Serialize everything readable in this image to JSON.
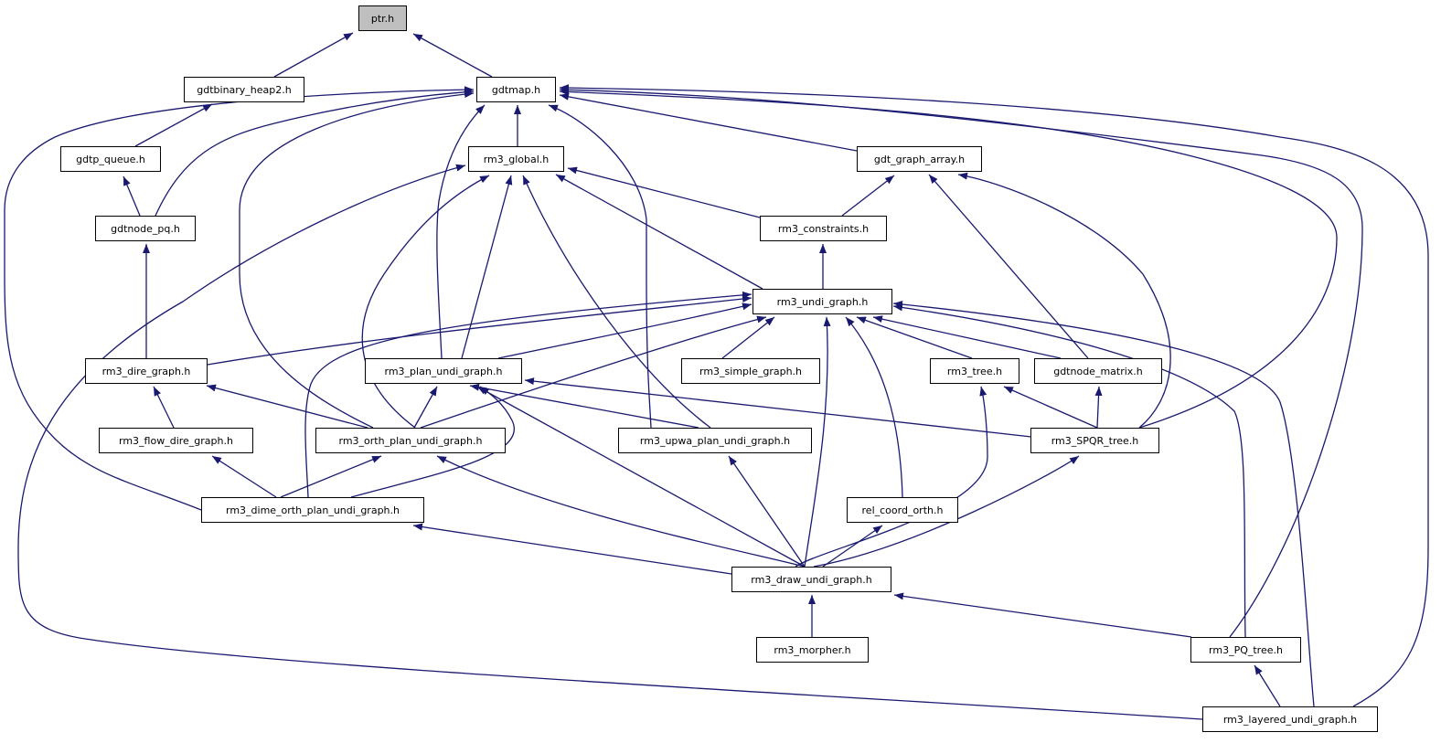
{
  "edge_color": "#191970",
  "highlight_fill": "#bfbfbf",
  "nodes": [
    {
      "id": "ptr",
      "label": "ptr.h",
      "highlight": true
    },
    {
      "id": "gdtbinary_heap2",
      "label": "gdtbinary_heap2.h"
    },
    {
      "id": "gdtmap",
      "label": "gdtmap.h"
    },
    {
      "id": "gdtp_queue",
      "label": "gdtp_queue.h"
    },
    {
      "id": "rm3_global",
      "label": "rm3_global.h"
    },
    {
      "id": "gdt_graph_array",
      "label": "gdt_graph_array.h"
    },
    {
      "id": "gdtnode_pq",
      "label": "gdtnode_pq.h"
    },
    {
      "id": "rm3_constraints",
      "label": "rm3_constraints.h"
    },
    {
      "id": "rm3_undi_graph",
      "label": "rm3_undi_graph.h"
    },
    {
      "id": "rm3_dire_graph",
      "label": "rm3_dire_graph.h"
    },
    {
      "id": "rm3_plan_undi_graph",
      "label": "rm3_plan_undi_graph.h"
    },
    {
      "id": "rm3_simple_graph",
      "label": "rm3_simple_graph.h"
    },
    {
      "id": "rm3_tree",
      "label": "rm3_tree.h"
    },
    {
      "id": "gdtnode_matrix",
      "label": "gdtnode_matrix.h"
    },
    {
      "id": "rm3_flow_dire_graph",
      "label": "rm3_flow_dire_graph.h"
    },
    {
      "id": "rm3_orth_plan_undi_graph",
      "label": "rm3_orth_plan_undi_graph.h"
    },
    {
      "id": "rm3_upwa_plan_undi_graph",
      "label": "rm3_upwa_plan_undi_graph.h"
    },
    {
      "id": "rm3_SPQR_tree",
      "label": "rm3_SPQR_tree.h"
    },
    {
      "id": "rm3_dime_orth_plan_undi_graph",
      "label": "rm3_dime_orth_plan_undi_graph.h"
    },
    {
      "id": "rel_coord_orth",
      "label": "rel_coord_orth.h"
    },
    {
      "id": "rm3_draw_undi_graph",
      "label": "rm3_draw_undi_graph.h"
    },
    {
      "id": "rm3_morpher",
      "label": "rm3_morpher.h"
    },
    {
      "id": "rm3_PQ_tree",
      "label": "rm3_PQ_tree.h"
    },
    {
      "id": "rm3_layered_undi_graph",
      "label": "rm3_layered_undi_graph.h"
    }
  ],
  "edges": [
    [
      "gdtbinary_heap2",
      "ptr"
    ],
    [
      "gdtmap",
      "ptr"
    ],
    [
      "gdtp_queue",
      "gdtbinary_heap2"
    ],
    [
      "gdtnode_pq",
      "gdtp_queue"
    ],
    [
      "gdtnode_pq",
      "gdtmap"
    ],
    [
      "rm3_global",
      "gdtmap"
    ],
    [
      "gdt_graph_array",
      "gdtmap"
    ],
    [
      "rm3_dime_orth_plan_undi_graph",
      "gdtmap"
    ],
    [
      "rm3_orth_plan_undi_graph",
      "gdtmap"
    ],
    [
      "rm3_plan_undi_graph",
      "gdtmap"
    ],
    [
      "rm3_upwa_plan_undi_graph",
      "gdtmap"
    ],
    [
      "rm3_SPQR_tree",
      "gdtmap"
    ],
    [
      "rm3_PQ_tree",
      "gdtmap"
    ],
    [
      "rm3_layered_undi_graph",
      "gdtmap"
    ],
    [
      "rm3_layered_undi_graph",
      "rm3_global"
    ],
    [
      "rm3_constraints",
      "rm3_global"
    ],
    [
      "rm3_constraints",
      "gdt_graph_array"
    ],
    [
      "rm3_undi_graph",
      "rm3_constraints"
    ],
    [
      "rm3_undi_graph",
      "rm3_global"
    ],
    [
      "rm3_plan_undi_graph",
      "rm3_global"
    ],
    [
      "rm3_orth_plan_undi_graph",
      "rm3_global"
    ],
    [
      "rm3_upwa_plan_undi_graph",
      "rm3_global"
    ],
    [
      "gdtnode_matrix",
      "gdt_graph_array"
    ],
    [
      "rm3_SPQR_tree",
      "gdt_graph_array"
    ],
    [
      "rm3_dire_graph",
      "gdtnode_pq"
    ],
    [
      "rm3_dire_graph",
      "rm3_undi_graph"
    ],
    [
      "rm3_plan_undi_graph",
      "rm3_undi_graph"
    ],
    [
      "rm3_simple_graph",
      "rm3_undi_graph"
    ],
    [
      "rm3_tree",
      "rm3_undi_graph"
    ],
    [
      "gdtnode_matrix",
      "rm3_undi_graph"
    ],
    [
      "rm3_orth_plan_undi_graph",
      "rm3_undi_graph"
    ],
    [
      "rm3_dime_orth_plan_undi_graph",
      "rm3_undi_graph"
    ],
    [
      "rm3_draw_undi_graph",
      "rm3_undi_graph"
    ],
    [
      "rel_coord_orth",
      "rm3_undi_graph"
    ],
    [
      "rm3_PQ_tree",
      "rm3_undi_graph"
    ],
    [
      "rm3_layered_undi_graph",
      "rm3_undi_graph"
    ],
    [
      "rm3_flow_dire_graph",
      "rm3_dire_graph"
    ],
    [
      "rm3_orth_plan_undi_graph",
      "rm3_dire_graph"
    ],
    [
      "rm3_orth_plan_undi_graph",
      "rm3_plan_undi_graph"
    ],
    [
      "rm3_upwa_plan_undi_graph",
      "rm3_plan_undi_graph"
    ],
    [
      "rm3_SPQR_tree",
      "rm3_plan_undi_graph"
    ],
    [
      "rm3_dime_orth_plan_undi_graph",
      "rm3_plan_undi_graph"
    ],
    [
      "rm3_draw_undi_graph",
      "rm3_plan_undi_graph"
    ],
    [
      "rm3_SPQR_tree",
      "rm3_tree"
    ],
    [
      "rm3_SPQR_tree",
      "gdtnode_matrix"
    ],
    [
      "rm3_draw_undi_graph",
      "rm3_tree"
    ],
    [
      "rm3_dime_orth_plan_undi_graph",
      "rm3_flow_dire_graph"
    ],
    [
      "rm3_dime_orth_plan_undi_graph",
      "rm3_orth_plan_undi_graph"
    ],
    [
      "rm3_draw_undi_graph",
      "rm3_orth_plan_undi_graph"
    ],
    [
      "rm3_draw_undi_graph",
      "rm3_upwa_plan_undi_graph"
    ],
    [
      "rm3_draw_undi_graph",
      "rm3_SPQR_tree"
    ],
    [
      "rm3_draw_undi_graph",
      "rel_coord_orth"
    ],
    [
      "rm3_draw_undi_graph",
      "rm3_dime_orth_plan_undi_graph"
    ],
    [
      "rm3_morpher",
      "rm3_draw_undi_graph"
    ],
    [
      "rm3_PQ_tree",
      "rm3_draw_undi_graph"
    ],
    [
      "rm3_layered_undi_graph",
      "rm3_PQ_tree"
    ]
  ]
}
